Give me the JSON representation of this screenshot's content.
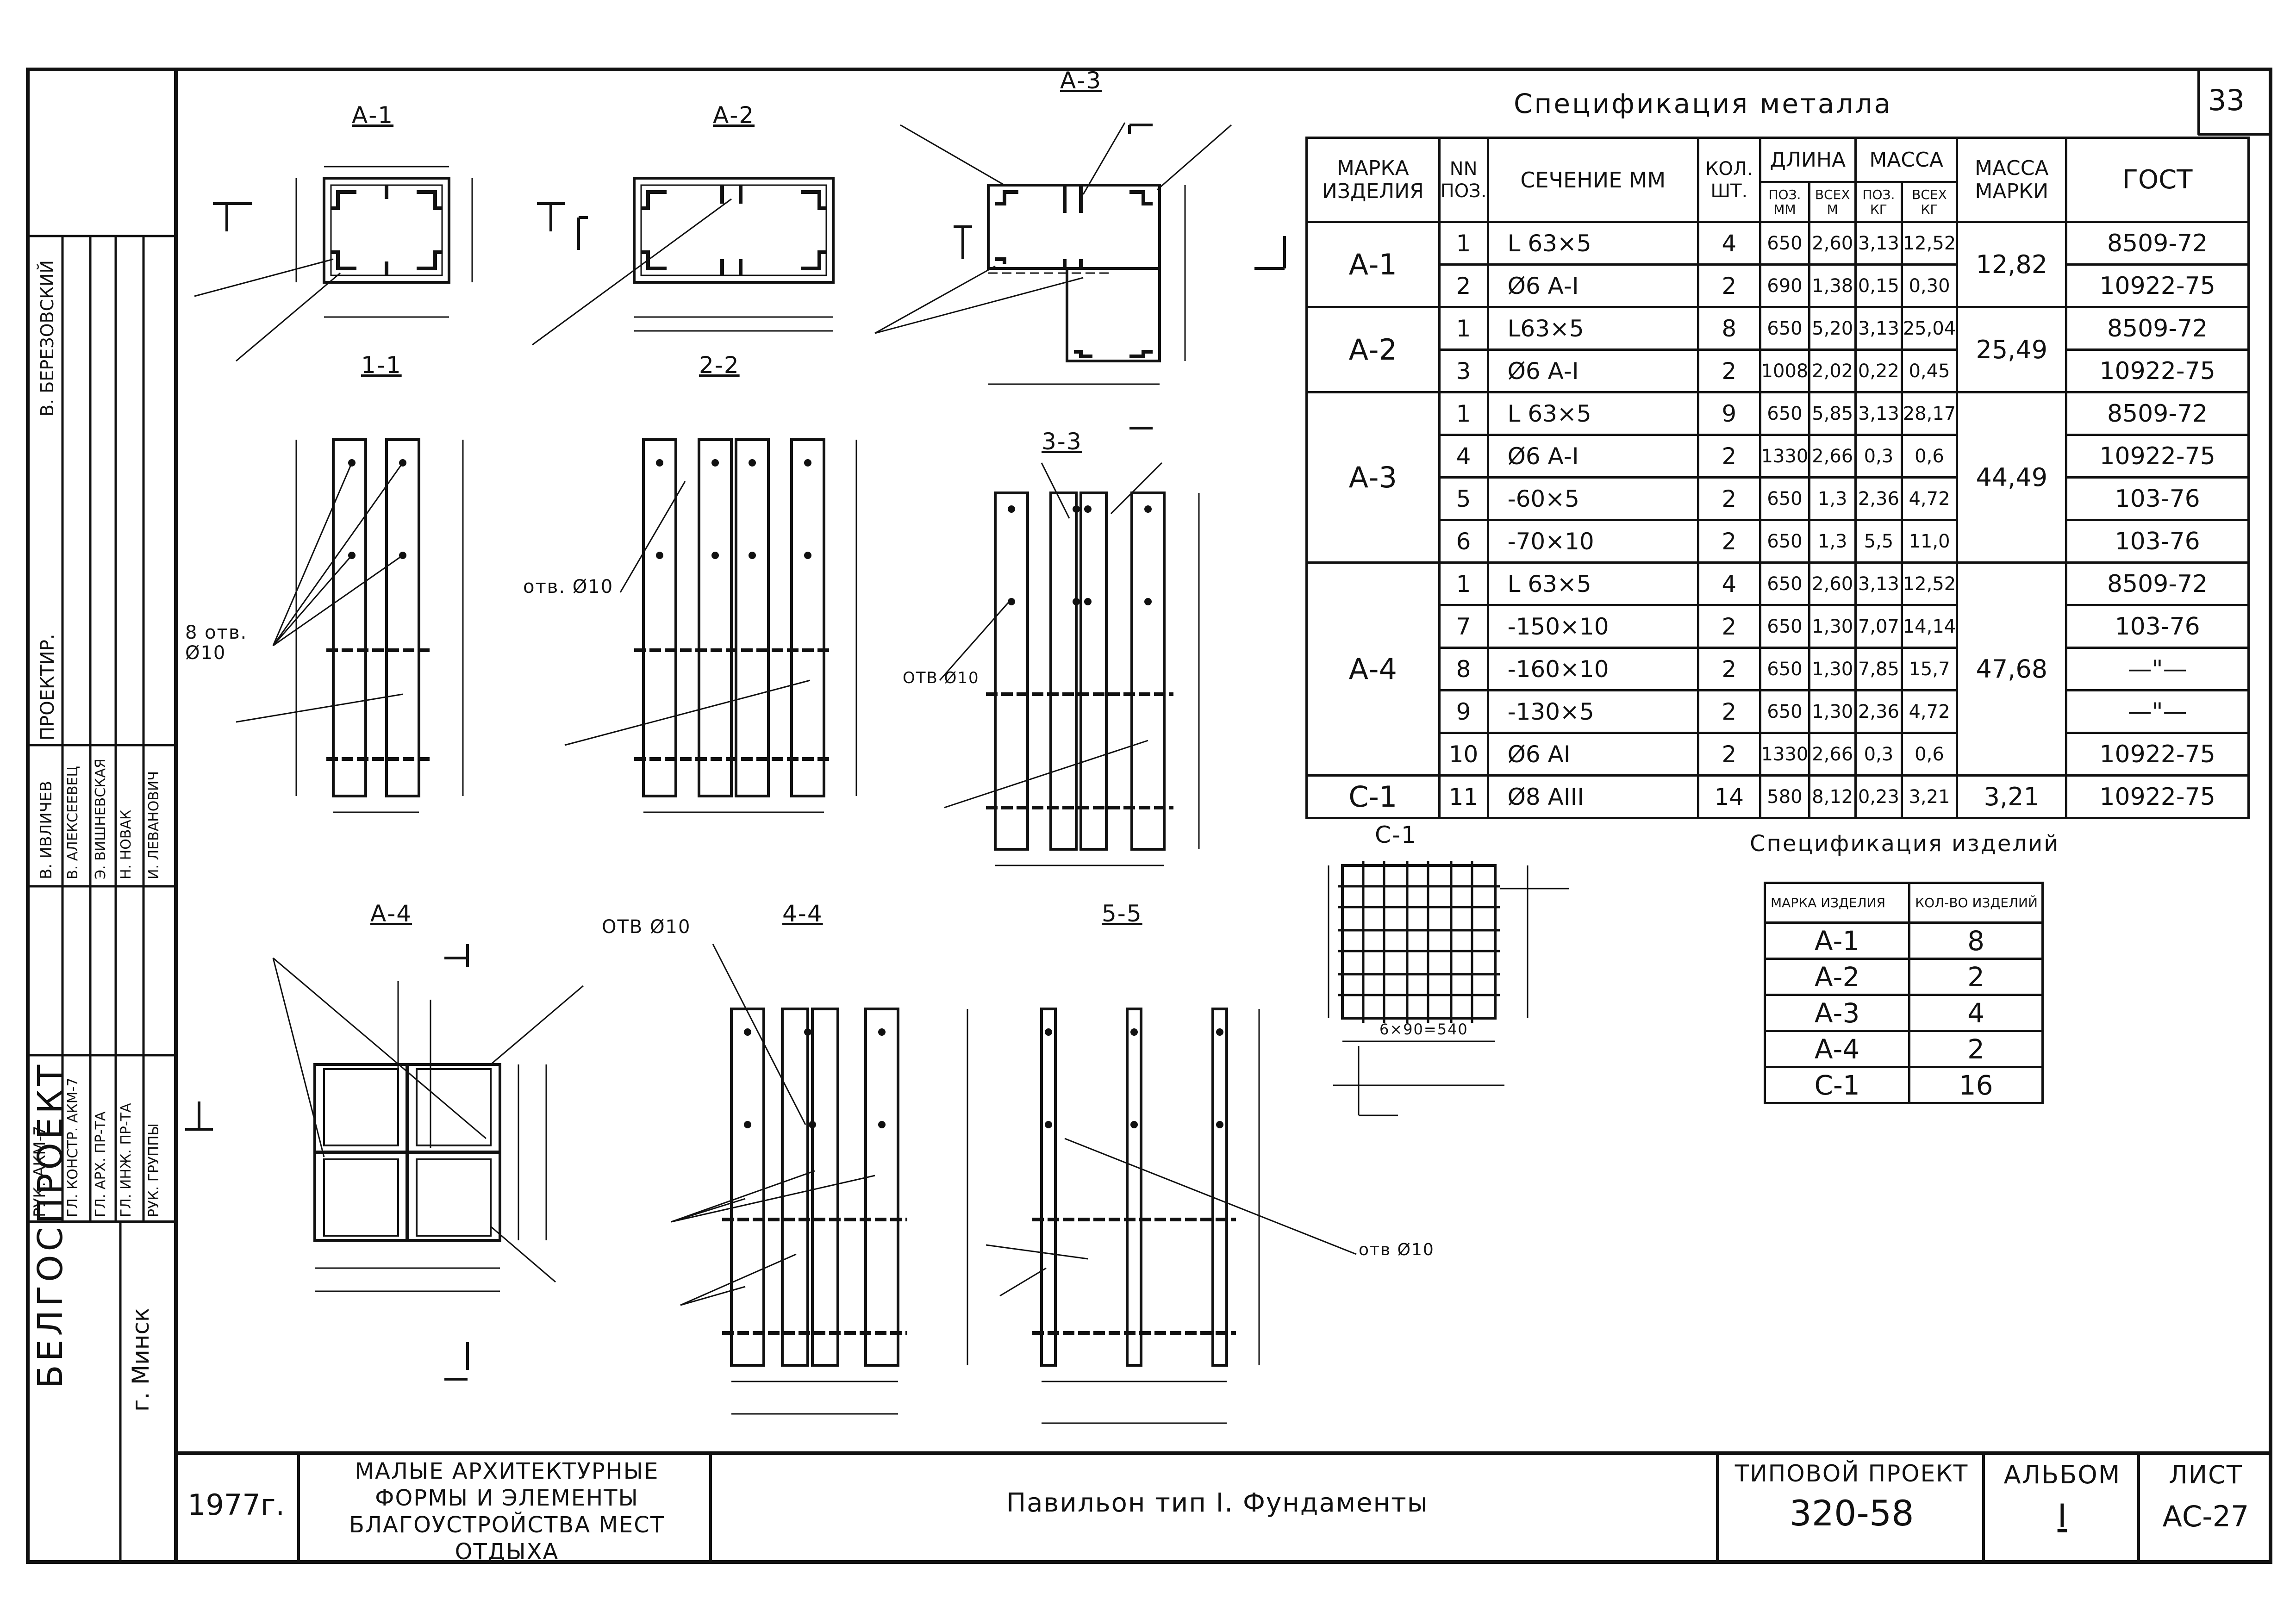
{
  "sheet_number": "33",
  "spec_metal": {
    "title": "Спецификация металла",
    "headers": {
      "mark": "МАРКА ИЗДЕЛИЯ",
      "pos": "NN ПОЗ.",
      "section": "СЕЧЕНИЕ ММ",
      "qty": "КОЛ. ШТ.",
      "length": "ДЛИНА",
      "length_pos": "ПОЗ. ММ",
      "length_all": "ВСЕХ М",
      "mass": "МАССА",
      "mass_pos": "ПОЗ. КГ",
      "mass_all": "ВСЕХ КГ",
      "mass_mark": "МАССА МАРКИ",
      "gost": "ГОСТ"
    },
    "groups": [
      {
        "mark": "А-1",
        "mass_mark": "12,82",
        "rows": [
          {
            "pos": "1",
            "section": "L 63×5",
            "qty": "4",
            "len_pos": "650",
            "len_all": "2,60",
            "mass_pos": "3,13",
            "mass_all": "12,52",
            "gost": "8509-72"
          },
          {
            "pos": "2",
            "section": "Ø6 А-I",
            "qty": "2",
            "len_pos": "690",
            "len_all": "1,38",
            "mass_pos": "0,15",
            "mass_all": "0,30",
            "gost": "10922-75"
          }
        ]
      },
      {
        "mark": "А-2",
        "mass_mark": "25,49",
        "rows": [
          {
            "pos": "1",
            "section": "L63×5",
            "qty": "8",
            "len_pos": "650",
            "len_all": "5,20",
            "mass_pos": "3,13",
            "mass_all": "25,04",
            "gost": "8509-72"
          },
          {
            "pos": "3",
            "section": "Ø6 А-I",
            "qty": "2",
            "len_pos": "1008",
            "len_all": "2,02",
            "mass_pos": "0,22",
            "mass_all": "0,45",
            "gost": "10922-75"
          }
        ]
      },
      {
        "mark": "А-3",
        "mass_mark": "44,49",
        "rows": [
          {
            "pos": "1",
            "section": "L 63×5",
            "qty": "9",
            "len_pos": "650",
            "len_all": "5,85",
            "mass_pos": "3,13",
            "mass_all": "28,17",
            "gost": "8509-72"
          },
          {
            "pos": "4",
            "section": "Ø6 А-I",
            "qty": "2",
            "len_pos": "1330",
            "len_all": "2,66",
            "mass_pos": "0,3",
            "mass_all": "0,6",
            "gost": "10922-75"
          },
          {
            "pos": "5",
            "section": "-60×5",
            "qty": "2",
            "len_pos": "650",
            "len_all": "1,3",
            "mass_pos": "2,36",
            "mass_all": "4,72",
            "gost": "103-76"
          },
          {
            "pos": "6",
            "section": "-70×10",
            "qty": "2",
            "len_pos": "650",
            "len_all": "1,3",
            "mass_pos": "5,5",
            "mass_all": "11,0",
            "gost": "103-76"
          }
        ]
      },
      {
        "mark": "А-4",
        "mass_mark": "47,68",
        "rows": [
          {
            "pos": "1",
            "section": "L 63×5",
            "qty": "4",
            "len_pos": "650",
            "len_all": "2,60",
            "mass_pos": "3,13",
            "mass_all": "12,52",
            "gost": "8509-72"
          },
          {
            "pos": "7",
            "section": "-150×10",
            "qty": "2",
            "len_pos": "650",
            "len_all": "1,30",
            "mass_pos": "7,07",
            "mass_all": "14,14",
            "gost": "103-76"
          },
          {
            "pos": "8",
            "section": "-160×10",
            "qty": "2",
            "len_pos": "650",
            "len_all": "1,30",
            "mass_pos": "7,85",
            "mass_all": "15,7",
            "gost": "—\"—"
          },
          {
            "pos": "9",
            "section": "-130×5",
            "qty": "2",
            "len_pos": "650",
            "len_all": "1,30",
            "mass_pos": "2,36",
            "mass_all": "4,72",
            "gost": "—\"—"
          },
          {
            "pos": "10",
            "section": "Ø6 АI",
            "qty": "2",
            "len_pos": "1330",
            "len_all": "2,66",
            "mass_pos": "0,3",
            "mass_all": "0,6",
            "gost": "10922-75"
          }
        ]
      },
      {
        "mark": "С-1",
        "mass_mark": "3,21",
        "rows": [
          {
            "pos": "11",
            "section": "Ø8 АIII",
            "qty": "14",
            "len_pos": "580",
            "len_all": "8,12",
            "mass_pos": "0,23",
            "mass_all": "3,21",
            "gost": "10922-75"
          }
        ]
      }
    ]
  },
  "spec_items": {
    "title": "Спецификация изделий",
    "headers": {
      "mark": "МАРКА ИЗДЕЛИЯ",
      "qty": "КОЛ-ВО ИЗДЕЛИЙ"
    },
    "rows": [
      {
        "mark": "А-1",
        "qty": "8"
      },
      {
        "mark": "А-2",
        "qty": "2"
      },
      {
        "mark": "А-3",
        "qty": "4"
      },
      {
        "mark": "А-4",
        "qty": "2"
      },
      {
        "mark": "С-1",
        "qty": "16"
      }
    ]
  },
  "views": {
    "a1": "А-1",
    "a2": "А-2",
    "a3": "А-3",
    "a4": "А-4",
    "s11": "1-1",
    "s22": "2-2",
    "s33": "3-3",
    "s44": "4-4",
    "s55": "5-5",
    "c1": "С-1"
  },
  "notes": {
    "holes_8": "8 отв. Ø10",
    "hole": "отв. Ø10",
    "hole_b": "ОТВ Ø10",
    "hole_c": "ОТВ Ø10",
    "hole_d": "отв Ø10",
    "grid_dim": "6×90=540"
  },
  "side_stamp": {
    "org": "БЕЛГОСПРОЕКТ",
    "city": "г. Минск",
    "designer_label": "ПРОЕКТИР.",
    "designer_name": "В. БЕРЕЗОВСКИЙ",
    "roles": [
      "РУК. АКМ-7",
      "ГЛ. КОНСТР. АКМ-7",
      "ГЛ. АРХ. ПР-ТА",
      "ГЛ. ИНЖ. ПР-ТА",
      "РУК. ГРУППЫ"
    ],
    "names": [
      "В. ИВЛИЧЕВ",
      "В. АЛЕКСЕЕВЕЦ",
      "Э. ВИШНЕВСКАЯ",
      "Н. НОВАК",
      "И. ЛЕВАНОВИЧ"
    ]
  },
  "title_block": {
    "year": "1977г.",
    "project_name": "МАЛЫЕ АРХИТЕКТУРНЫЕ ФОРМЫ И ЭЛЕМЕНТЫ БЛАГОУСТРОЙСТВА МЕСТ ОТДЫХА",
    "sheet_title": "Павильон тип I. Фундаменты",
    "typical_label": "ТИПОВОЙ ПРОЕКТ",
    "typical_number": "320-58",
    "album_label": "АЛЬБОМ",
    "album_value": "I",
    "sheet_label": "ЛИСТ",
    "sheet_value": "АС-27"
  }
}
